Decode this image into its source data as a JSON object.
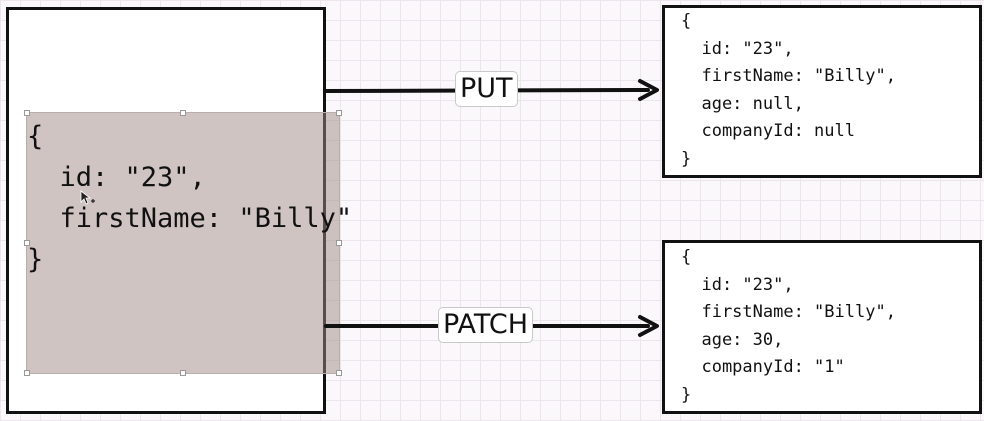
{
  "source": {
    "code": "{\n  id: \"23\",\n  firstName: \"Billy\"\n}"
  },
  "put": {
    "label": "PUT",
    "result": "{\n  id: \"23\",\n  firstName: \"Billy\",\n  age: null,\n  companyId: null\n}"
  },
  "patch": {
    "label": "PATCH",
    "result": "{\n  id: \"23\",\n  firstName: \"Billy\",\n  age: 30,\n  companyId: \"1\"\n}"
  },
  "icons": {
    "cursor": "move-cursor-icon"
  },
  "colors": {
    "grid_background": "#fbf8fb",
    "grid_line": "#ece6ec",
    "selection_fill": "#a08a85",
    "stroke": "#111111"
  }
}
